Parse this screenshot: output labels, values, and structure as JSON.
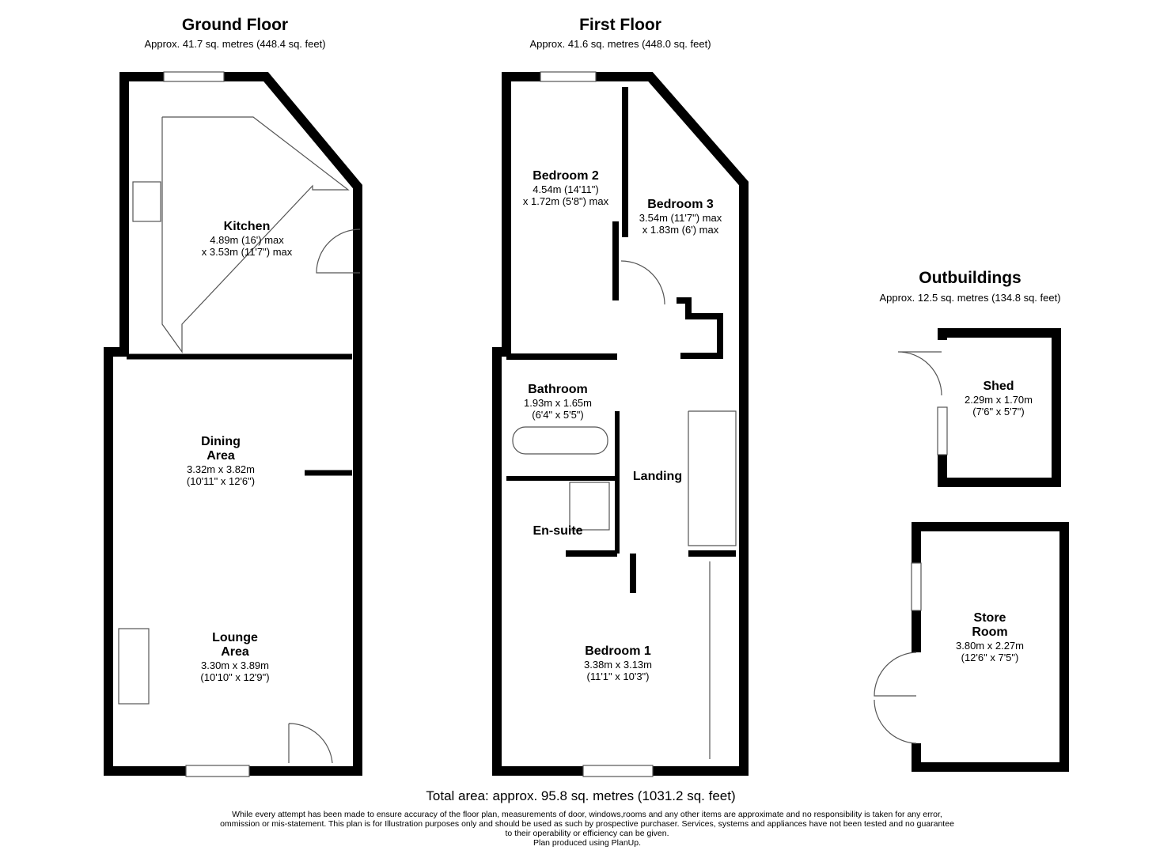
{
  "floors": {
    "ground": {
      "title": "Ground Floor",
      "area": "Approx. 41.7 sq. metres (448.4 sq. feet)"
    },
    "first": {
      "title": "First Floor",
      "area": "Approx. 41.6 sq. metres (448.0 sq. feet)"
    },
    "outbuildings": {
      "title": "Outbuildings",
      "area": "Approx. 12.5 sq. metres (134.8 sq. feet)"
    }
  },
  "rooms": {
    "kitchen": {
      "name": "Kitchen",
      "dim1": "4.89m (16') max",
      "dim2": "x 3.53m (11'7\") max"
    },
    "dining": {
      "name1": "Dining",
      "name2": "Area",
      "dim1": "3.32m x 3.82m",
      "dim2": "(10'11\" x 12'6\")"
    },
    "lounge": {
      "name1": "Lounge",
      "name2": "Area",
      "dim1": "3.30m x 3.89m",
      "dim2": "(10'10\" x 12'9\")"
    },
    "bedroom2": {
      "name": "Bedroom 2",
      "dim1": "4.54m (14'11\")",
      "dim2": "x 1.72m (5'8\") max"
    },
    "bedroom3": {
      "name": "Bedroom 3",
      "dim1": "3.54m (11'7\") max",
      "dim2": "x 1.83m (6') max"
    },
    "bathroom": {
      "name": "Bathroom",
      "dim1": "1.93m x 1.65m",
      "dim2": "(6'4\" x 5'5\")"
    },
    "ensuite": {
      "name": "En-suite"
    },
    "landing": {
      "name": "Landing"
    },
    "bedroom1": {
      "name": "Bedroom 1",
      "dim1": "3.38m x 3.13m",
      "dim2": "(11'1\" x 10'3\")"
    },
    "shed": {
      "name": "Shed",
      "dim1": "2.29m x 1.70m",
      "dim2": "(7'6\" x 5'7\")"
    },
    "store": {
      "name1": "Store",
      "name2": "Room",
      "dim1": "3.80m x 2.27m",
      "dim2": "(12'6\" x 7'5\")"
    }
  },
  "footer": {
    "total": "Total area: approx. 95.8 sq. metres (1031.2 sq. feet)",
    "disclaimer1": "While every attempt has been made to ensure accuracy of the floor plan, measurements of door, windows,rooms and any other items are approximate and no responsibility is taken for any error,",
    "disclaimer2": "ommission or mis-statement. This plan is for Illustration purposes only and should be used as such by prospective purchaser. Services, systems and appliances have not been tested and no guarantee",
    "disclaimer3": "to their operability or efficiency can be given.",
    "credit": "Plan produced using PlanUp."
  }
}
